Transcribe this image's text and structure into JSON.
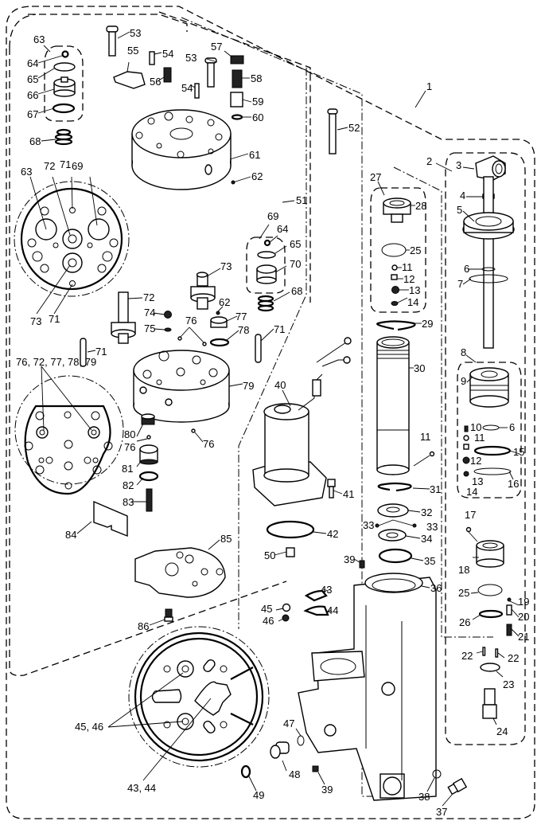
{
  "title": "Power Trim & Tilt Assembly — Exploded Parts Diagram",
  "callouts": {
    "c1": "1",
    "c2": "2",
    "c3": "3",
    "c4": "4",
    "c5": "5",
    "c6a": "6",
    "c7": "7",
    "c8": "8",
    "c9": "9",
    "c10": "10",
    "c11a": "11",
    "c12a": "12",
    "c13a": "13",
    "c14a": "14",
    "c6b": "6",
    "c15": "15",
    "c16": "16",
    "c17": "17",
    "c18": "18",
    "c19": "19",
    "c20": "20",
    "c21": "21",
    "c22a": "22",
    "c22b": "22",
    "c23": "23",
    "c24": "24",
    "c25b": "25",
    "c26": "26",
    "c27": "27",
    "c28": "28",
    "c25a": "25",
    "c11b": "11",
    "c12b": "12",
    "c13b": "13",
    "c14b": "14",
    "c29": "29",
    "c30": "30",
    "c11c": "11",
    "c31": "31",
    "c32": "32",
    "c33a": "33",
    "c33b": "33",
    "c34": "34",
    "c35": "35",
    "c36": "36",
    "c37": "37",
    "c38": "38",
    "c39a": "39",
    "c39b": "39",
    "c40": "40",
    "c41": "41",
    "c42": "42",
    "c43": "43",
    "c44": "44",
    "c45": "45",
    "c46": "46",
    "c47": "47",
    "c48": "48",
    "c49": "49",
    "c50": "50",
    "c51": "51",
    "c52": "52",
    "c53a": "53",
    "c53b": "53",
    "c54a": "54",
    "c54b": "54",
    "c55": "55",
    "c56": "56",
    "c57": "57",
    "c58": "58",
    "c59": "59",
    "c60": "60",
    "c61": "61",
    "c62a": "62",
    "c63a": "63",
    "c64a": "64",
    "c65a": "65",
    "c66": "66",
    "c67": "67",
    "c68a": "68",
    "c63b": "63",
    "c72a": "72",
    "c71a": "71",
    "c69a": "69",
    "c73a": "73",
    "c71b": "71",
    "c69b": "69",
    "c64b": "64",
    "c65b": "65",
    "c70": "70",
    "c68b": "68",
    "c71c": "71",
    "c73b": "73",
    "c72b": "72",
    "c74": "74",
    "c75": "75",
    "c76a": "76",
    "c62b": "62",
    "c77": "77",
    "c78": "78",
    "c71d": "71",
    "c79": "79",
    "c_multi1": "76, 72, 77, 78, 79",
    "c80": "80",
    "c76b": "76",
    "c76c": "76",
    "c81": "81",
    "c82": "82",
    "c83": "83",
    "c84": "84",
    "c85": "85",
    "c86": "86",
    "c_multi2": "45, 46",
    "c_multi3": "43, 44"
  }
}
